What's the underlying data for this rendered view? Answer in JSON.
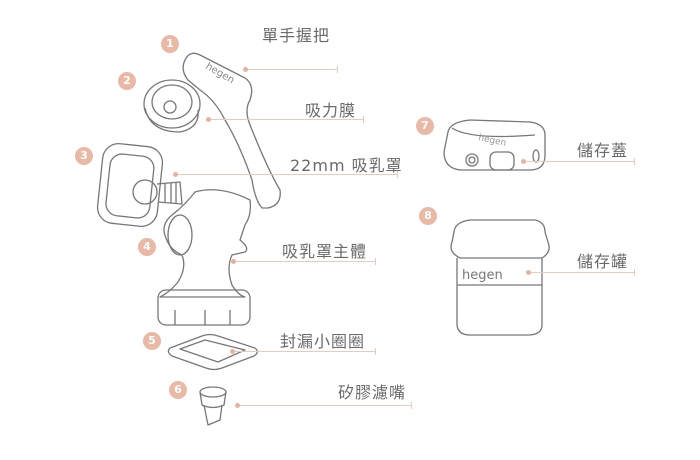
{
  "parts": [
    {
      "number": "1",
      "label": "單手握把"
    },
    {
      "number": "2",
      "label": "吸力膜"
    },
    {
      "number": "3",
      "label": "22mm 吸乳罩"
    },
    {
      "number": "4",
      "label": "吸乳罩主體"
    },
    {
      "number": "5",
      "label": "封漏小圈圈"
    },
    {
      "number": "6",
      "label": "矽膠濾嘴"
    },
    {
      "number": "7",
      "label": "儲存蓋"
    },
    {
      "number": "8",
      "label": "儲存罐"
    }
  ],
  "brand": "hegen",
  "colors": {
    "badge": "#e9b9a6",
    "leader": "#ecc9bd",
    "outline": "#777777"
  }
}
